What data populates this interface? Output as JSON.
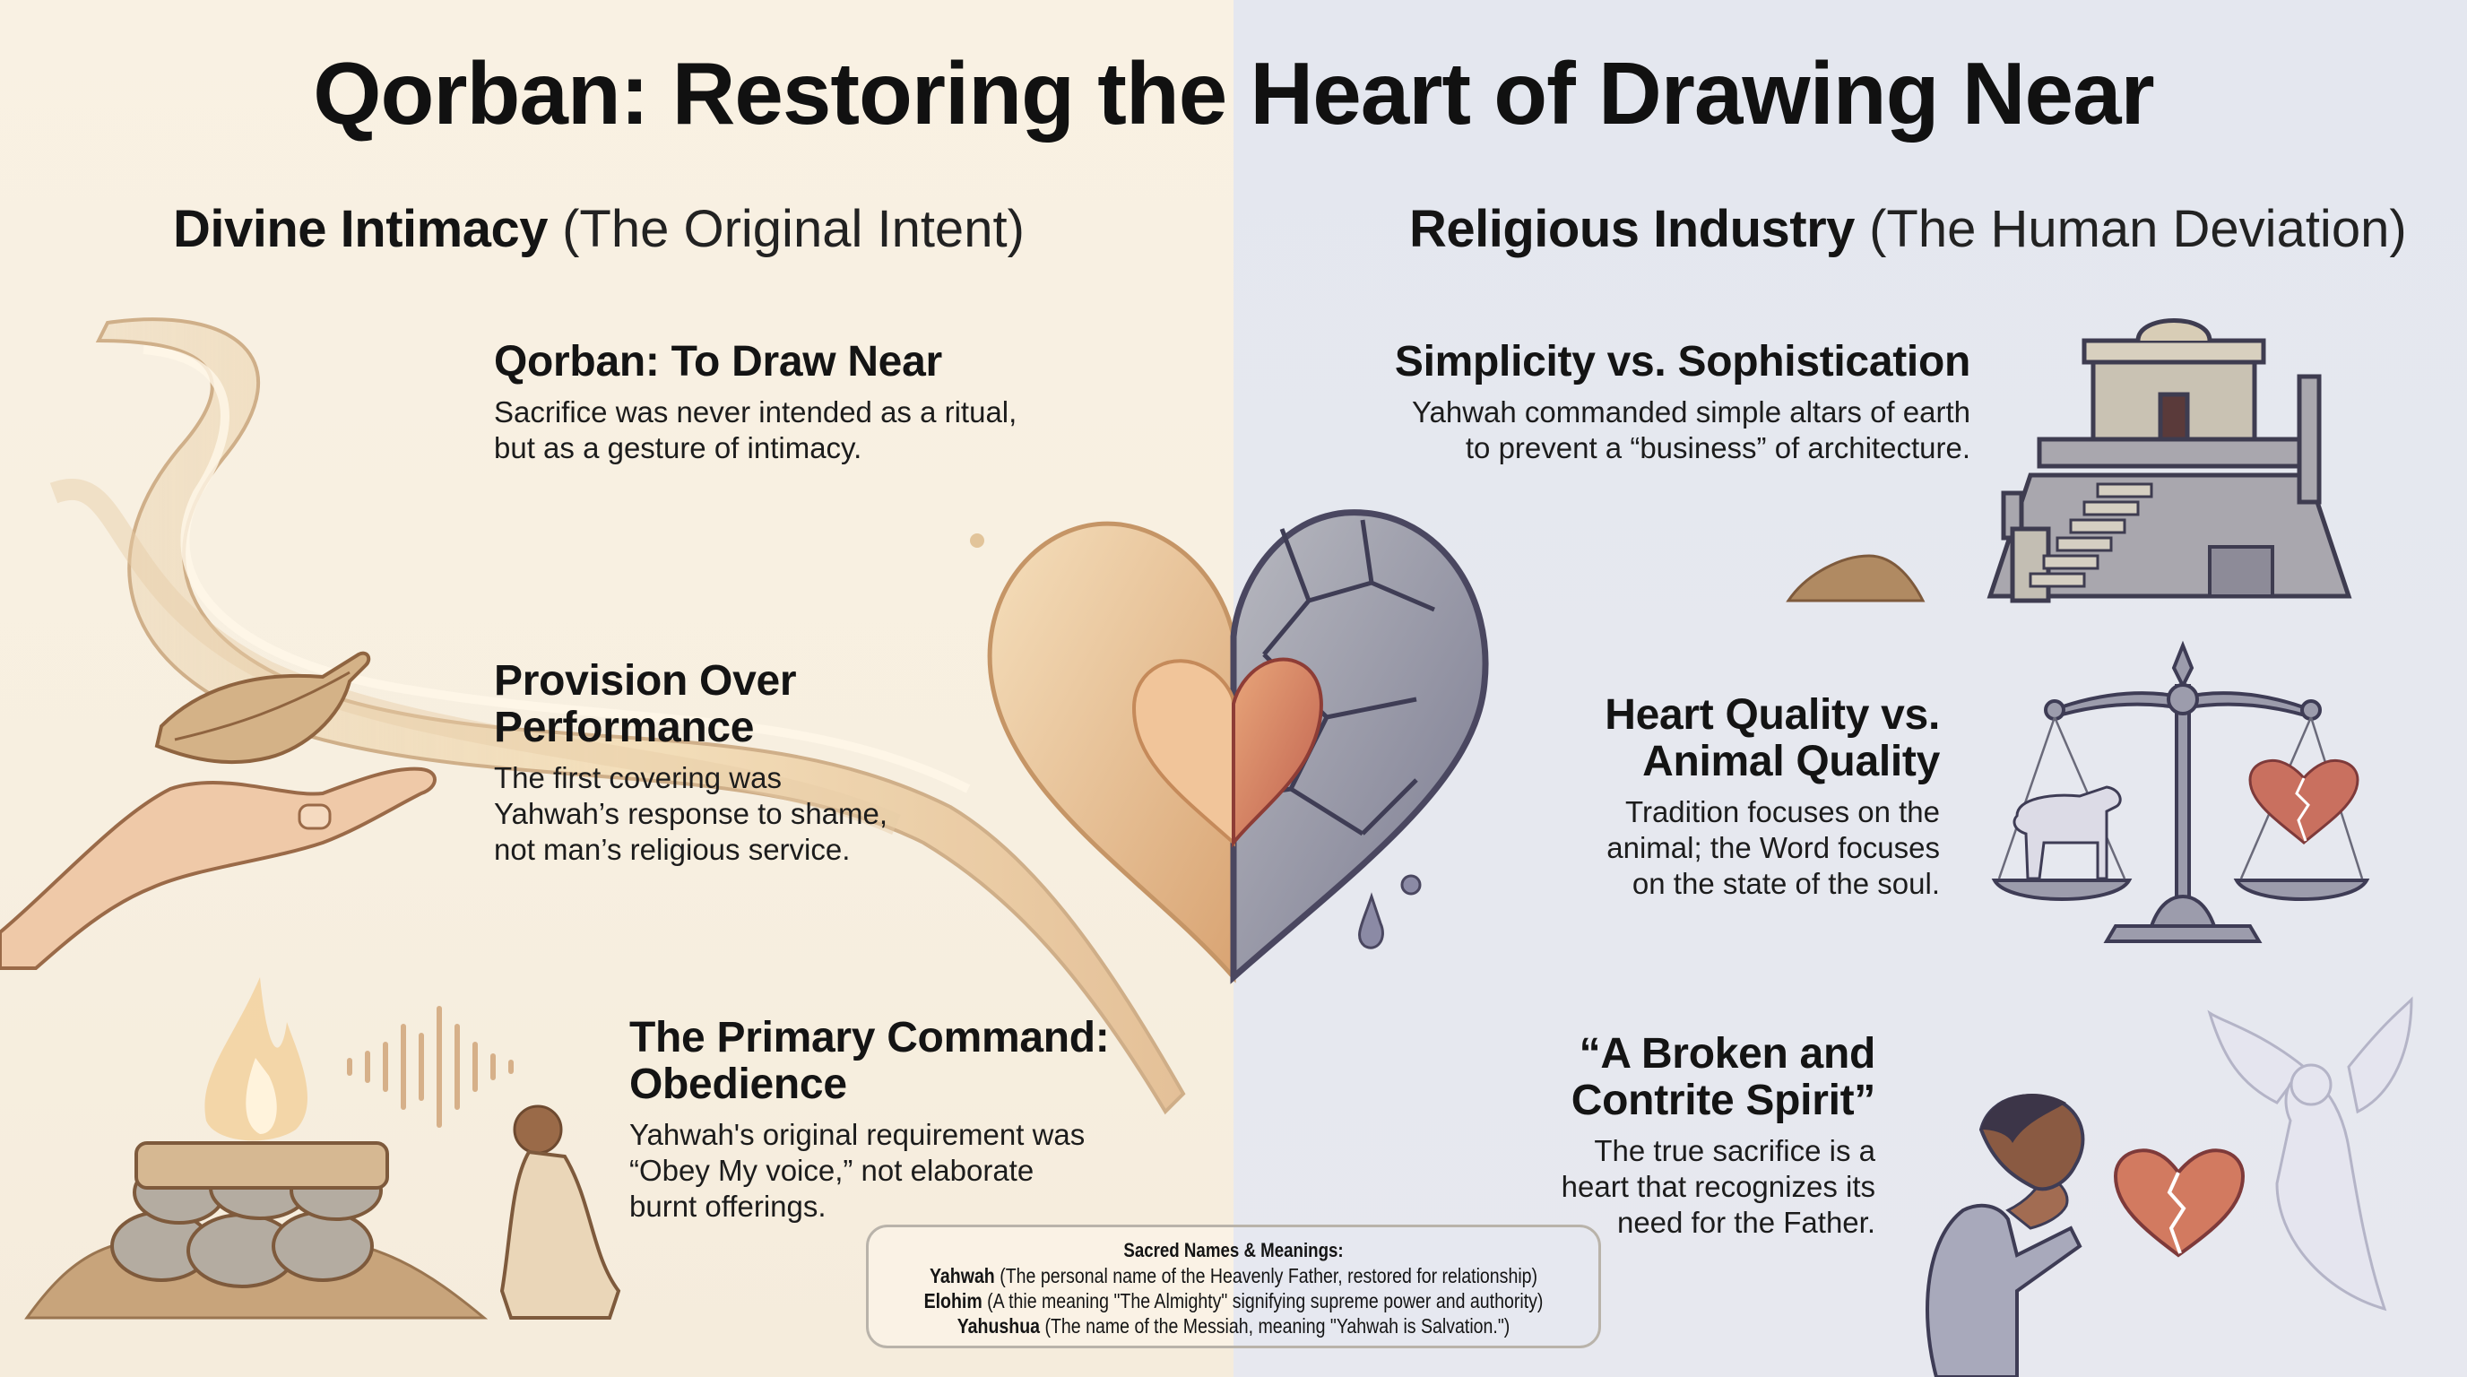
{
  "title": "Qorban: Restoring the Heart of Drawing Near",
  "colors": {
    "left_background": "#f8f0e2",
    "right_background": "#e4e7ef",
    "text": "#141414",
    "warm_accent": "#d9b58a",
    "stone_gray": "#8e8f9e",
    "heart_red": "#c86a5a"
  },
  "left": {
    "heading": "Divine Intimacy",
    "subheading": "(The Original Intent)",
    "blocks": [
      {
        "title": "Qorban: To Draw Near",
        "body_lines": [
          "Sacrifice was never intended as a ritual,",
          "but as a gesture of intimacy."
        ],
        "icon": "flowing-wave-icon"
      },
      {
        "title_lines": [
          "Provision Over",
          "Performance"
        ],
        "body_lines": [
          "The first covering was",
          "Yahwah’s response to shame,",
          "not man’s religious service."
        ],
        "icon": "hand-with-leaf-icon"
      },
      {
        "title_lines": [
          "The Primary Command:",
          "Obedience"
        ],
        "body_lines": [
          "Yahwah's original requirement was",
          "“Obey My voice,” not elaborate",
          "burnt offerings."
        ],
        "icon": "earth-altar-with-fire-and-kneeling-man-icon"
      }
    ]
  },
  "right": {
    "heading": "Religious Industry",
    "subheading": "(The Human Deviation)",
    "blocks": [
      {
        "title": "Simplicity vs. Sophistication",
        "body_lines": [
          "Yahwah commanded simple altars of earth",
          "to prevent a “business” of architecture."
        ],
        "icon": "temple-architecture-icon"
      },
      {
        "title_lines": [
          "Heart Quality vs.",
          "Animal Quality"
        ],
        "body_lines": [
          "Tradition focuses on the",
          "animal; the Word focuses",
          "on the state of the soul."
        ],
        "icon": "balance-scale-lamb-heart-icon"
      },
      {
        "title_lines": [
          "“A Broken and",
          "Contrite Spirit”"
        ],
        "body_lines": [
          "The true sacrifice is a",
          "heart that recognizes its",
          "need for the Father."
        ],
        "icon": "praying-man-broken-heart-angel-icon"
      }
    ]
  },
  "center_icon": "half-flowing-half-stone-heart-icon",
  "sacred_names": {
    "title": "Sacred Names & Meanings:",
    "entries": [
      {
        "name": "Yahwah",
        "meaning": "(The personal name of the Heavenly Father, restored for relationship)"
      },
      {
        "name": "Elohim",
        "meaning": "(A thie meaning \"The Almighty\" signifying supreme power and authority)"
      },
      {
        "name": "Yahushua",
        "meaning": "(The name of the Messiah, meaning \"Yahwah is Salvation.\")"
      }
    ]
  }
}
